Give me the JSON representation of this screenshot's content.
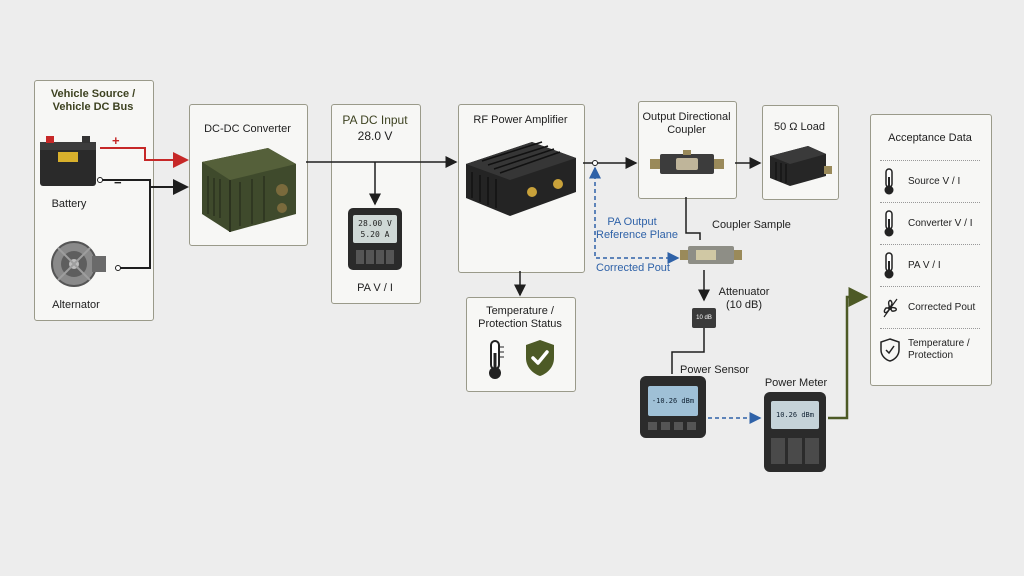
{
  "source": {
    "title_line1": "Vehicle Source /",
    "title_line2": "Vehicle DC Bus",
    "battery": "Battery",
    "alternator": "Alternator",
    "plus": "+",
    "minus": "−"
  },
  "converter": {
    "title": "DC-DC Converter"
  },
  "pa_input": {
    "title": "PA DC Input",
    "voltage": "28.0 V",
    "meter_line1": "28.00 V",
    "meter_line2": "5.20 A",
    "caption": "PA V / I"
  },
  "amplifier": {
    "title": "RF Power Amplifier"
  },
  "coupler": {
    "title_line1": "Output Directional",
    "title_line2": "Coupler",
    "sample": "Coupler Sample"
  },
  "load": {
    "title": "50 Ω Load"
  },
  "reference": {
    "line1": "PA Output",
    "line2": "Reference Plane",
    "corrected": "Corrected Pout"
  },
  "attenuator": {
    "line1": "Attenuator",
    "line2": "(10 dB)",
    "badge": "10 dB"
  },
  "temperature": {
    "line1": "Temperature /",
    "line2": "Protection Status"
  },
  "sensor": {
    "title": "Power Sensor",
    "reading": "-10.26 dBm"
  },
  "meter": {
    "title": "Power Meter",
    "reading": "10.26 dBm"
  },
  "acceptance": {
    "title": "Acceptance Data",
    "items": [
      {
        "label": "Source V / I",
        "icon": "thermometer-icon"
      },
      {
        "label": "Converter V / I",
        "icon": "thermometer-icon"
      },
      {
        "label": "PA V / I",
        "icon": "thermometer-icon"
      },
      {
        "label": "Corrected Pout",
        "icon": "fan-icon"
      },
      {
        "label_line1": "Temperature /",
        "label_line2": "Protection",
        "icon": "shield-check-icon"
      }
    ]
  },
  "colors": {
    "positive": "#c62828",
    "wire": "#1e1e1e",
    "reference": "#2f62a8",
    "data_link": "#4d5a26",
    "device": "#3f4a2c"
  }
}
